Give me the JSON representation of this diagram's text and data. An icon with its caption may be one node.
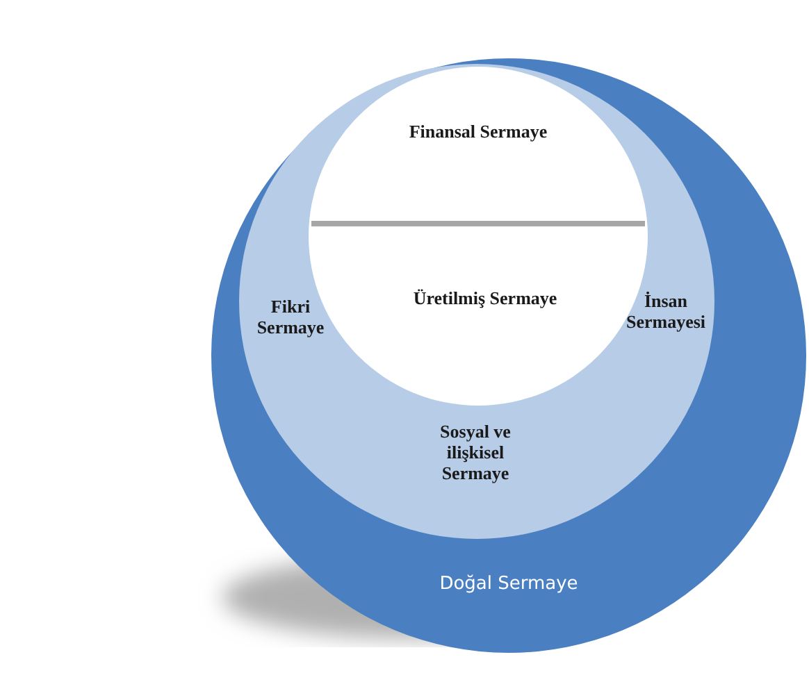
{
  "diagram": {
    "nodes": [
      {
        "text": [
          "Doğal Sermaye"
        ]
      },
      {
        "text": [
          "Fikri Sermaye",
          "İnsan Sermayesi",
          "Sosyal ve ilişkisel Sermaye"
        ],
        "in": 0
      },
      {
        "text": [
          "Finansal Sermaye",
          "Üretilmiş Sermaye"
        ],
        "in": 1
      }
    ]
  }
}
